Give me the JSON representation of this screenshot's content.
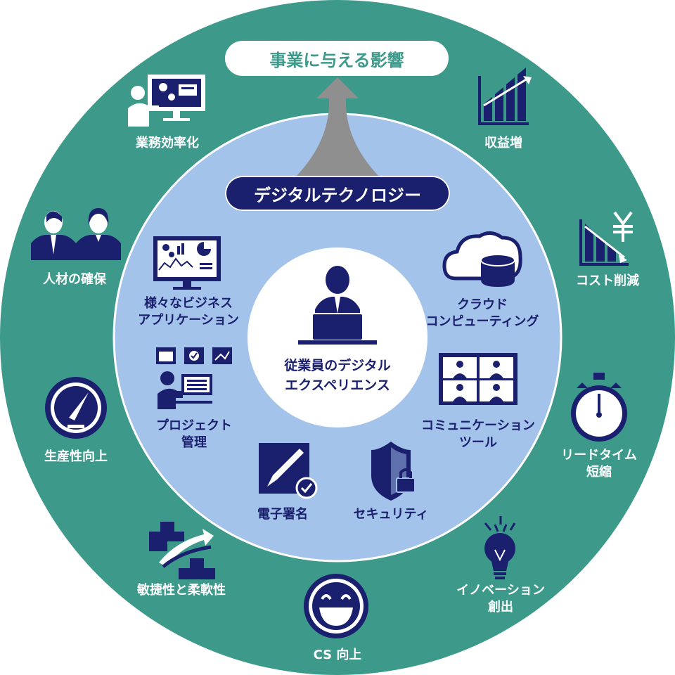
{
  "colors": {
    "outer_ring": "#3d9a8b",
    "inner_circle": "#a3c3ea",
    "navy": "#1a1f6e",
    "white": "#ffffff"
  },
  "top_banner": {
    "label": "事業に与える影響"
  },
  "technology_banner": {
    "label": "デジタルテクノロジー"
  },
  "center": {
    "line1": "従業員のデジタル",
    "line2": "エクスペリエンス",
    "icon": "employee-at-laptop-icon"
  },
  "outer_items": [
    {
      "label": "業務効率化",
      "icon": "worker-dashboard-icon"
    },
    {
      "label": "収益増",
      "icon": "growth-chart-icon"
    },
    {
      "label": "人材の確保",
      "icon": "people-icon"
    },
    {
      "label": "コスト削減",
      "icon": "yen-down-chart-icon"
    },
    {
      "label": "生産性向上",
      "icon": "speedometer-icon"
    },
    {
      "label": "リードタイム",
      "label2": "短縮",
      "icon": "stopwatch-icon"
    },
    {
      "label": "敏捷性と柔軟性",
      "icon": "arrows-blocks-icon"
    },
    {
      "label": "イノベーション",
      "label2": "創出",
      "icon": "lightbulb-icon"
    },
    {
      "label": "CS 向上",
      "icon": "smiley-icon"
    }
  ],
  "inner_items": [
    {
      "label": "様々なビジネス",
      "label2": "アプリケーション",
      "icon": "monitor-apps-icon"
    },
    {
      "label": "クラウド",
      "label2": "コンピューティング",
      "icon": "cloud-database-icon"
    },
    {
      "label": "プロジェクト",
      "label2": "管理",
      "icon": "project-management-icon"
    },
    {
      "label": "コミュニケーション",
      "label2": "ツール",
      "icon": "video-conference-icon"
    },
    {
      "label": "電子署名",
      "icon": "e-signature-icon"
    },
    {
      "label": "セキュリティ",
      "icon": "shield-lock-icon"
    }
  ]
}
